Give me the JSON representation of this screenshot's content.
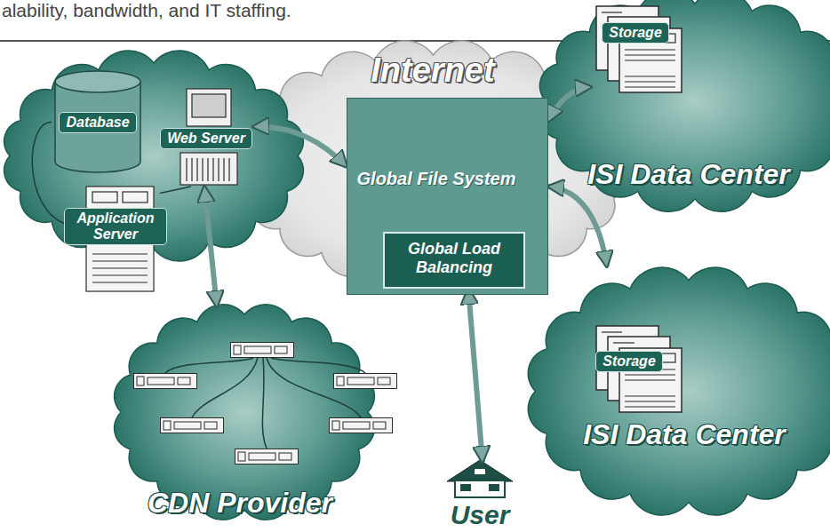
{
  "diagram": {
    "nodes": [
      {
        "text": [
          "Internet"
        ]
      },
      {
        "text": [
          "Global File System"
        ],
        "in": 0
      },
      {
        "text": [
          "Global Load Balancing"
        ],
        "in": 1
      },
      {
        "text": [
          "Database"
        ]
      },
      {
        "text": [
          "Web Server"
        ]
      },
      {
        "text": [
          "Application Server"
        ]
      },
      {
        "text": [
          "ISI Data Center"
        ]
      },
      {
        "text": [
          "Storage"
        ],
        "in": 6
      },
      {
        "text": [
          "ISI Data Center"
        ]
      },
      {
        "text": [
          "Storage"
        ],
        "in": 8
      },
      {
        "text": [
          "CDN Provider"
        ]
      },
      {
        "text": [
          "User"
        ]
      }
    ],
    "edges": [
      {
        "from": 4,
        "to": 1,
        "arrow": "both"
      },
      {
        "from": 4,
        "to": 10,
        "arrow": "both"
      },
      {
        "from": 1,
        "to": 6,
        "arrow": "both"
      },
      {
        "from": 1,
        "to": 8,
        "arrow": "both"
      },
      {
        "from": 11,
        "to": 2,
        "arrow": "both"
      },
      {
        "from": 3,
        "to": 5,
        "arrow": "none"
      },
      {
        "from": 5,
        "to": 4,
        "arrow": "none"
      }
    ],
    "labels": [
      "alability, bandwidth, and IT staffing."
    ]
  }
}
